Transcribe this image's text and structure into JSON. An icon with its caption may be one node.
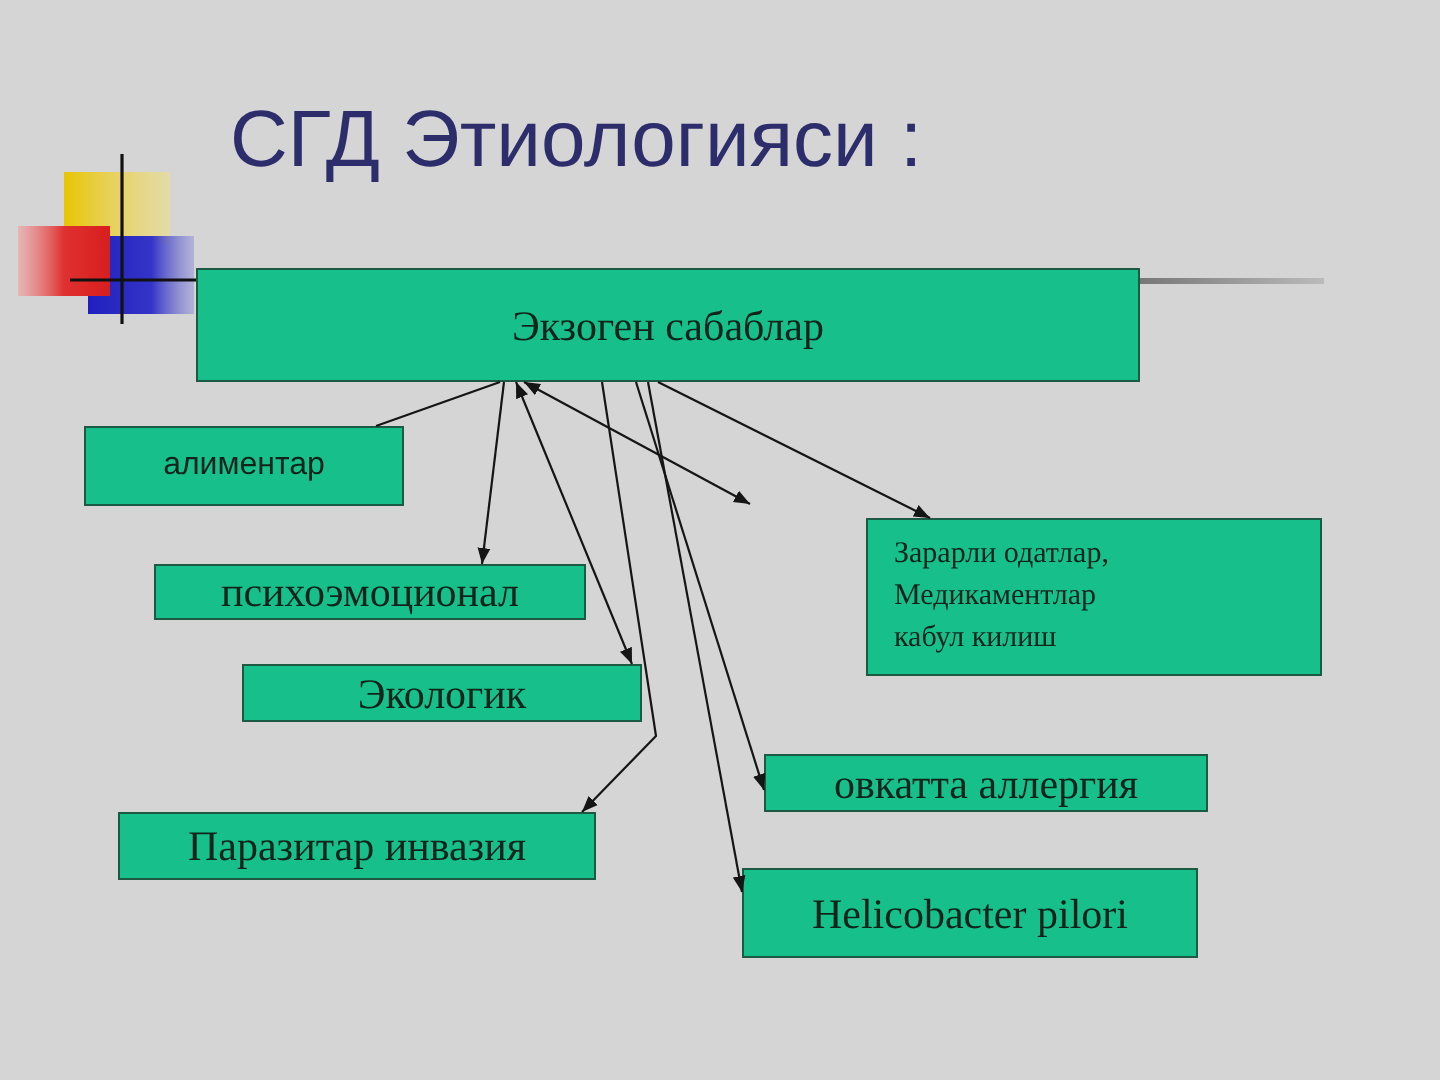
{
  "diagram": {
    "title": "СГД Этиологияси :",
    "nodes": [
      {
        "text": [
          "Экзоген сабаблар"
        ]
      },
      {
        "text": [
          "алиментар"
        ]
      },
      {
        "text": [
          "психоэмоционал"
        ]
      },
      {
        "text": [
          "Экологик"
        ]
      },
      {
        "text": [
          "Паразитар инвазия"
        ]
      },
      {
        "text": [
          "Зарарли одатлар, Медикаментлар кабул килиш"
        ]
      },
      {
        "text": [
          "овкатта аллергия"
        ]
      },
      {
        "text": [
          "Helicobacter pilori"
        ]
      }
    ],
    "edges": [
      {
        "from": 0,
        "to": 1,
        "arrow": "none"
      },
      {
        "from": 0,
        "to": 2,
        "arrow": "to"
      },
      {
        "from": 0,
        "to": 3,
        "arrow": "both"
      },
      {
        "from": 0,
        "to": null,
        "arrow": "both"
      },
      {
        "from": 0,
        "to": 4,
        "arrow": "to"
      },
      {
        "from": 0,
        "to": 6,
        "arrow": "to"
      },
      {
        "from": 0,
        "to": 7,
        "arrow": "to"
      },
      {
        "from": 0,
        "to": 5,
        "arrow": "to"
      }
    ]
  }
}
